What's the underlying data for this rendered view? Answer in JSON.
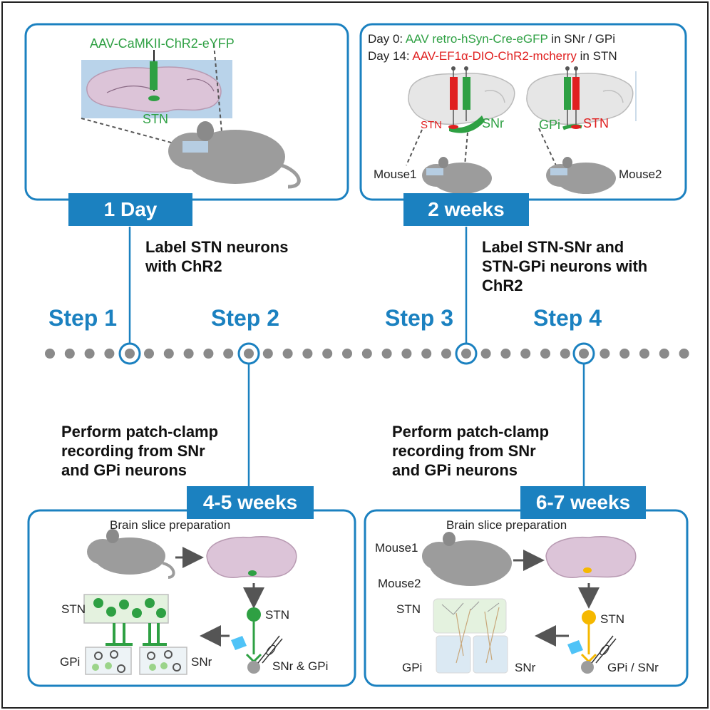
{
  "panels": {
    "p1": {
      "virus": "AAV-CaMKII-ChR2-eYFP",
      "target": "STN",
      "time": "1 Day",
      "description": [
        "Label STN neurons",
        "with ChR2"
      ]
    },
    "p3": {
      "line1": {
        "prefix": "Day 0: ",
        "virus": "AAV retro-hSyn-Cre-eGFP",
        "suffix": " in SNr / GPi"
      },
      "line2": {
        "prefix": "Day 14: ",
        "virus": "AAV-EF1α-DIO-ChR2-mcherry",
        "suffix": " in STN"
      },
      "left_brain": {
        "stn": "STN",
        "other": "SNr",
        "mouse": "Mouse1"
      },
      "right_brain": {
        "other": "GPi",
        "stn": "STN",
        "mouse": "Mouse2"
      },
      "time": "2 weeks",
      "description": [
        "Label STN-SNr and",
        "STN-GPi neurons with",
        "ChR2"
      ]
    },
    "p2": {
      "time": "4-5 weeks",
      "description": [
        "Perform patch-clamp",
        "recording from SNr",
        "and GPi neurons"
      ],
      "title": "Brain slice preparation",
      "stn": "STN",
      "gpi": "GPi",
      "snr": "SNr",
      "neuron_top": "STN",
      "neuron_bottom": "SNr & GPi"
    },
    "p4": {
      "time": "6-7 weeks",
      "description": [
        "Perform patch-clamp",
        "recording from SNr",
        "and GPi neurons"
      ],
      "title": "Brain slice preparation",
      "mouse1": "Mouse1",
      "mouse2": "Mouse2",
      "stn": "STN",
      "gpi": "GPi",
      "snr": "SNr",
      "neuron_top": "STN",
      "neuron_bottom": "GPi / SNr"
    }
  },
  "steps": [
    "Step 1",
    "Step 2",
    "Step 3",
    "Step 4"
  ],
  "colors": {
    "accent": "#1b81c0",
    "ChR2_green": "#2ea043",
    "mcherry_red": "#e02020",
    "STN_yellow": "#f5b800",
    "timeline_dot": "#8a8a8a",
    "brain_pink": "#dcc4d8"
  }
}
